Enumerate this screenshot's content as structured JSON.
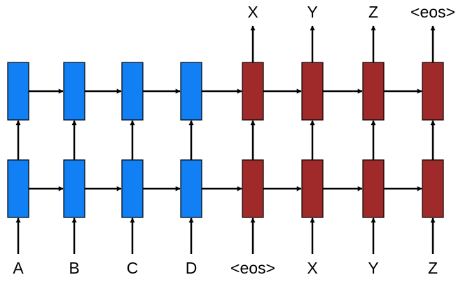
{
  "colors": {
    "encoder_cell": "#1080f4",
    "decoder_cell": "#a02a2a",
    "cell_border": "#000000",
    "arrow": "#000000",
    "background": "#ffffff"
  },
  "encoder": {
    "inputs": [
      "A",
      "B",
      "C",
      "D"
    ]
  },
  "decoder": {
    "inputs": [
      "<eos>",
      "X",
      "Y",
      "Z"
    ],
    "outputs": [
      "X",
      "Y",
      "Z",
      "<eos>"
    ]
  },
  "layers": 2
}
